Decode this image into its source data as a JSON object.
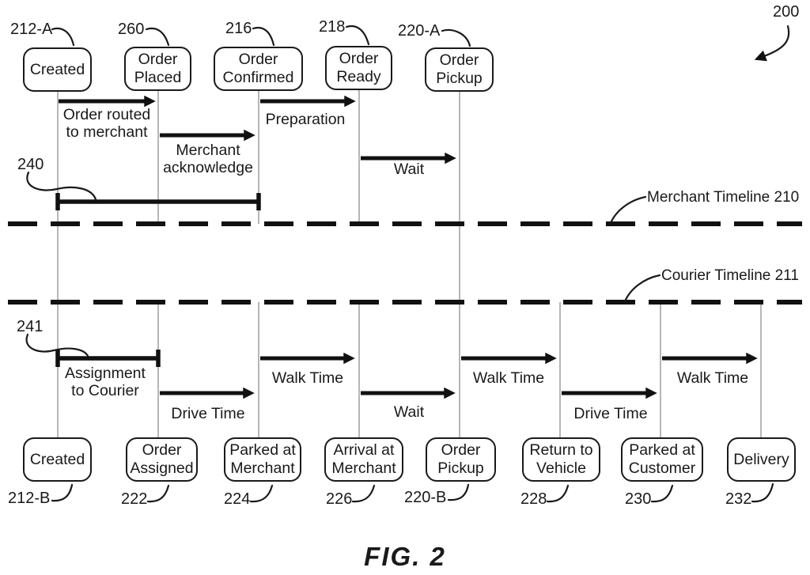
{
  "figure": {
    "caption": "FIG. 2",
    "reference": "200"
  },
  "merchant_timeline": {
    "label": "Merchant Timeline 210",
    "bracket_ref": "240",
    "events": [
      {
        "ref": "212-A",
        "label": "Created"
      },
      {
        "ref": "260",
        "label": "Order\nPlaced"
      },
      {
        "ref": "216",
        "label": "Order\nConfirmed"
      },
      {
        "ref": "218",
        "label": "Order\nReady"
      },
      {
        "ref": "220-A",
        "label": "Order\nPickup"
      }
    ],
    "intervals": [
      {
        "label": "Order routed\nto merchant"
      },
      {
        "label": "Merchant\nacknowledge"
      },
      {
        "label": "Preparation"
      },
      {
        "label": "Wait"
      }
    ]
  },
  "courier_timeline": {
    "label": "Courier Timeline 211",
    "bracket_ref": "241",
    "events": [
      {
        "ref": "212-B",
        "label": "Created"
      },
      {
        "ref": "222",
        "label": "Order\nAssigned"
      },
      {
        "ref": "224",
        "label": "Parked at\nMerchant"
      },
      {
        "ref": "226",
        "label": "Arrival at\nMerchant"
      },
      {
        "ref": "220-B",
        "label": "Order\nPickup"
      },
      {
        "ref": "228",
        "label": "Return to\nVehicle"
      },
      {
        "ref": "230",
        "label": "Parked at\nCustomer"
      },
      {
        "ref": "232",
        "label": "Delivery"
      }
    ],
    "intervals": [
      {
        "label": "Assignment\nto Courier"
      },
      {
        "label": "Drive Time"
      },
      {
        "label": "Walk Time"
      },
      {
        "label": "Wait"
      },
      {
        "label": "Walk Time"
      },
      {
        "label": "Drive Time"
      },
      {
        "label": "Walk Time"
      }
    ]
  },
  "colors": {
    "ink": "#1a1a1a",
    "column_line": "#8f8f8f",
    "background": "#ffffff"
  }
}
